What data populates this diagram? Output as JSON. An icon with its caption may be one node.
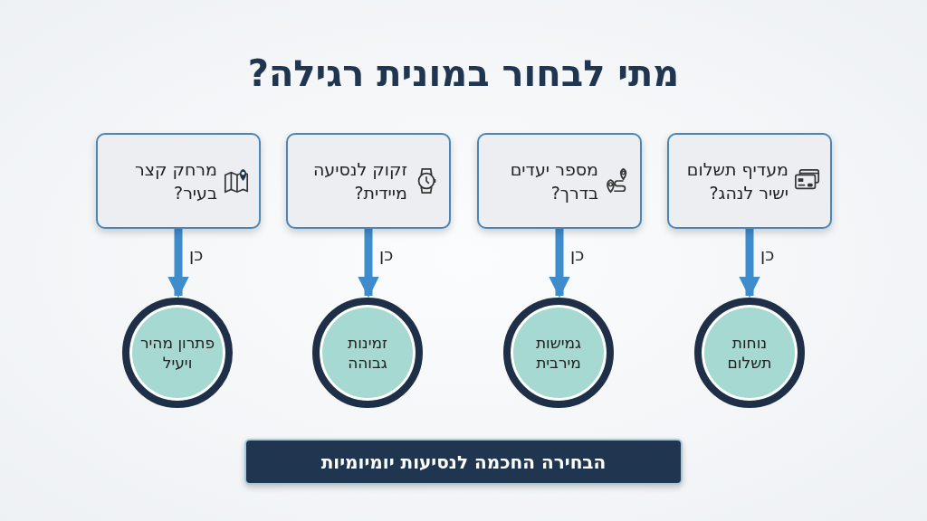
{
  "diagram": {
    "title": "מתי לבחור במונית רגילה?",
    "nodes": [
      {
        "text": [
          "מעדיף תשלום ישיר לנהג?"
        ]
      },
      {
        "text": [
          "מספר יעדים בדרך?"
        ]
      },
      {
        "text": [
          "זקוק לנסיעה מיידית?"
        ]
      },
      {
        "text": [
          "מרחק קצר בעיר?"
        ]
      },
      {
        "text": [
          "נוחות תשלום"
        ]
      },
      {
        "text": [
          "גמישות מירבית"
        ]
      },
      {
        "text": [
          "זמינות גבוהה"
        ]
      },
      {
        "text": [
          "פתרון מהיר ויעיל"
        ]
      },
      {
        "text": [
          "הבחירה החכמה לנסיעות יומיומיות"
        ]
      }
    ],
    "edges": [
      {
        "from": 0,
        "to": 4,
        "arrow": "to",
        "label": "כן"
      },
      {
        "from": 1,
        "to": 5,
        "arrow": "to",
        "label": "כן"
      },
      {
        "from": 2,
        "to": 6,
        "arrow": "to",
        "label": "כן"
      },
      {
        "from": 3,
        "to": 7,
        "arrow": "to",
        "label": "כן"
      }
    ]
  }
}
